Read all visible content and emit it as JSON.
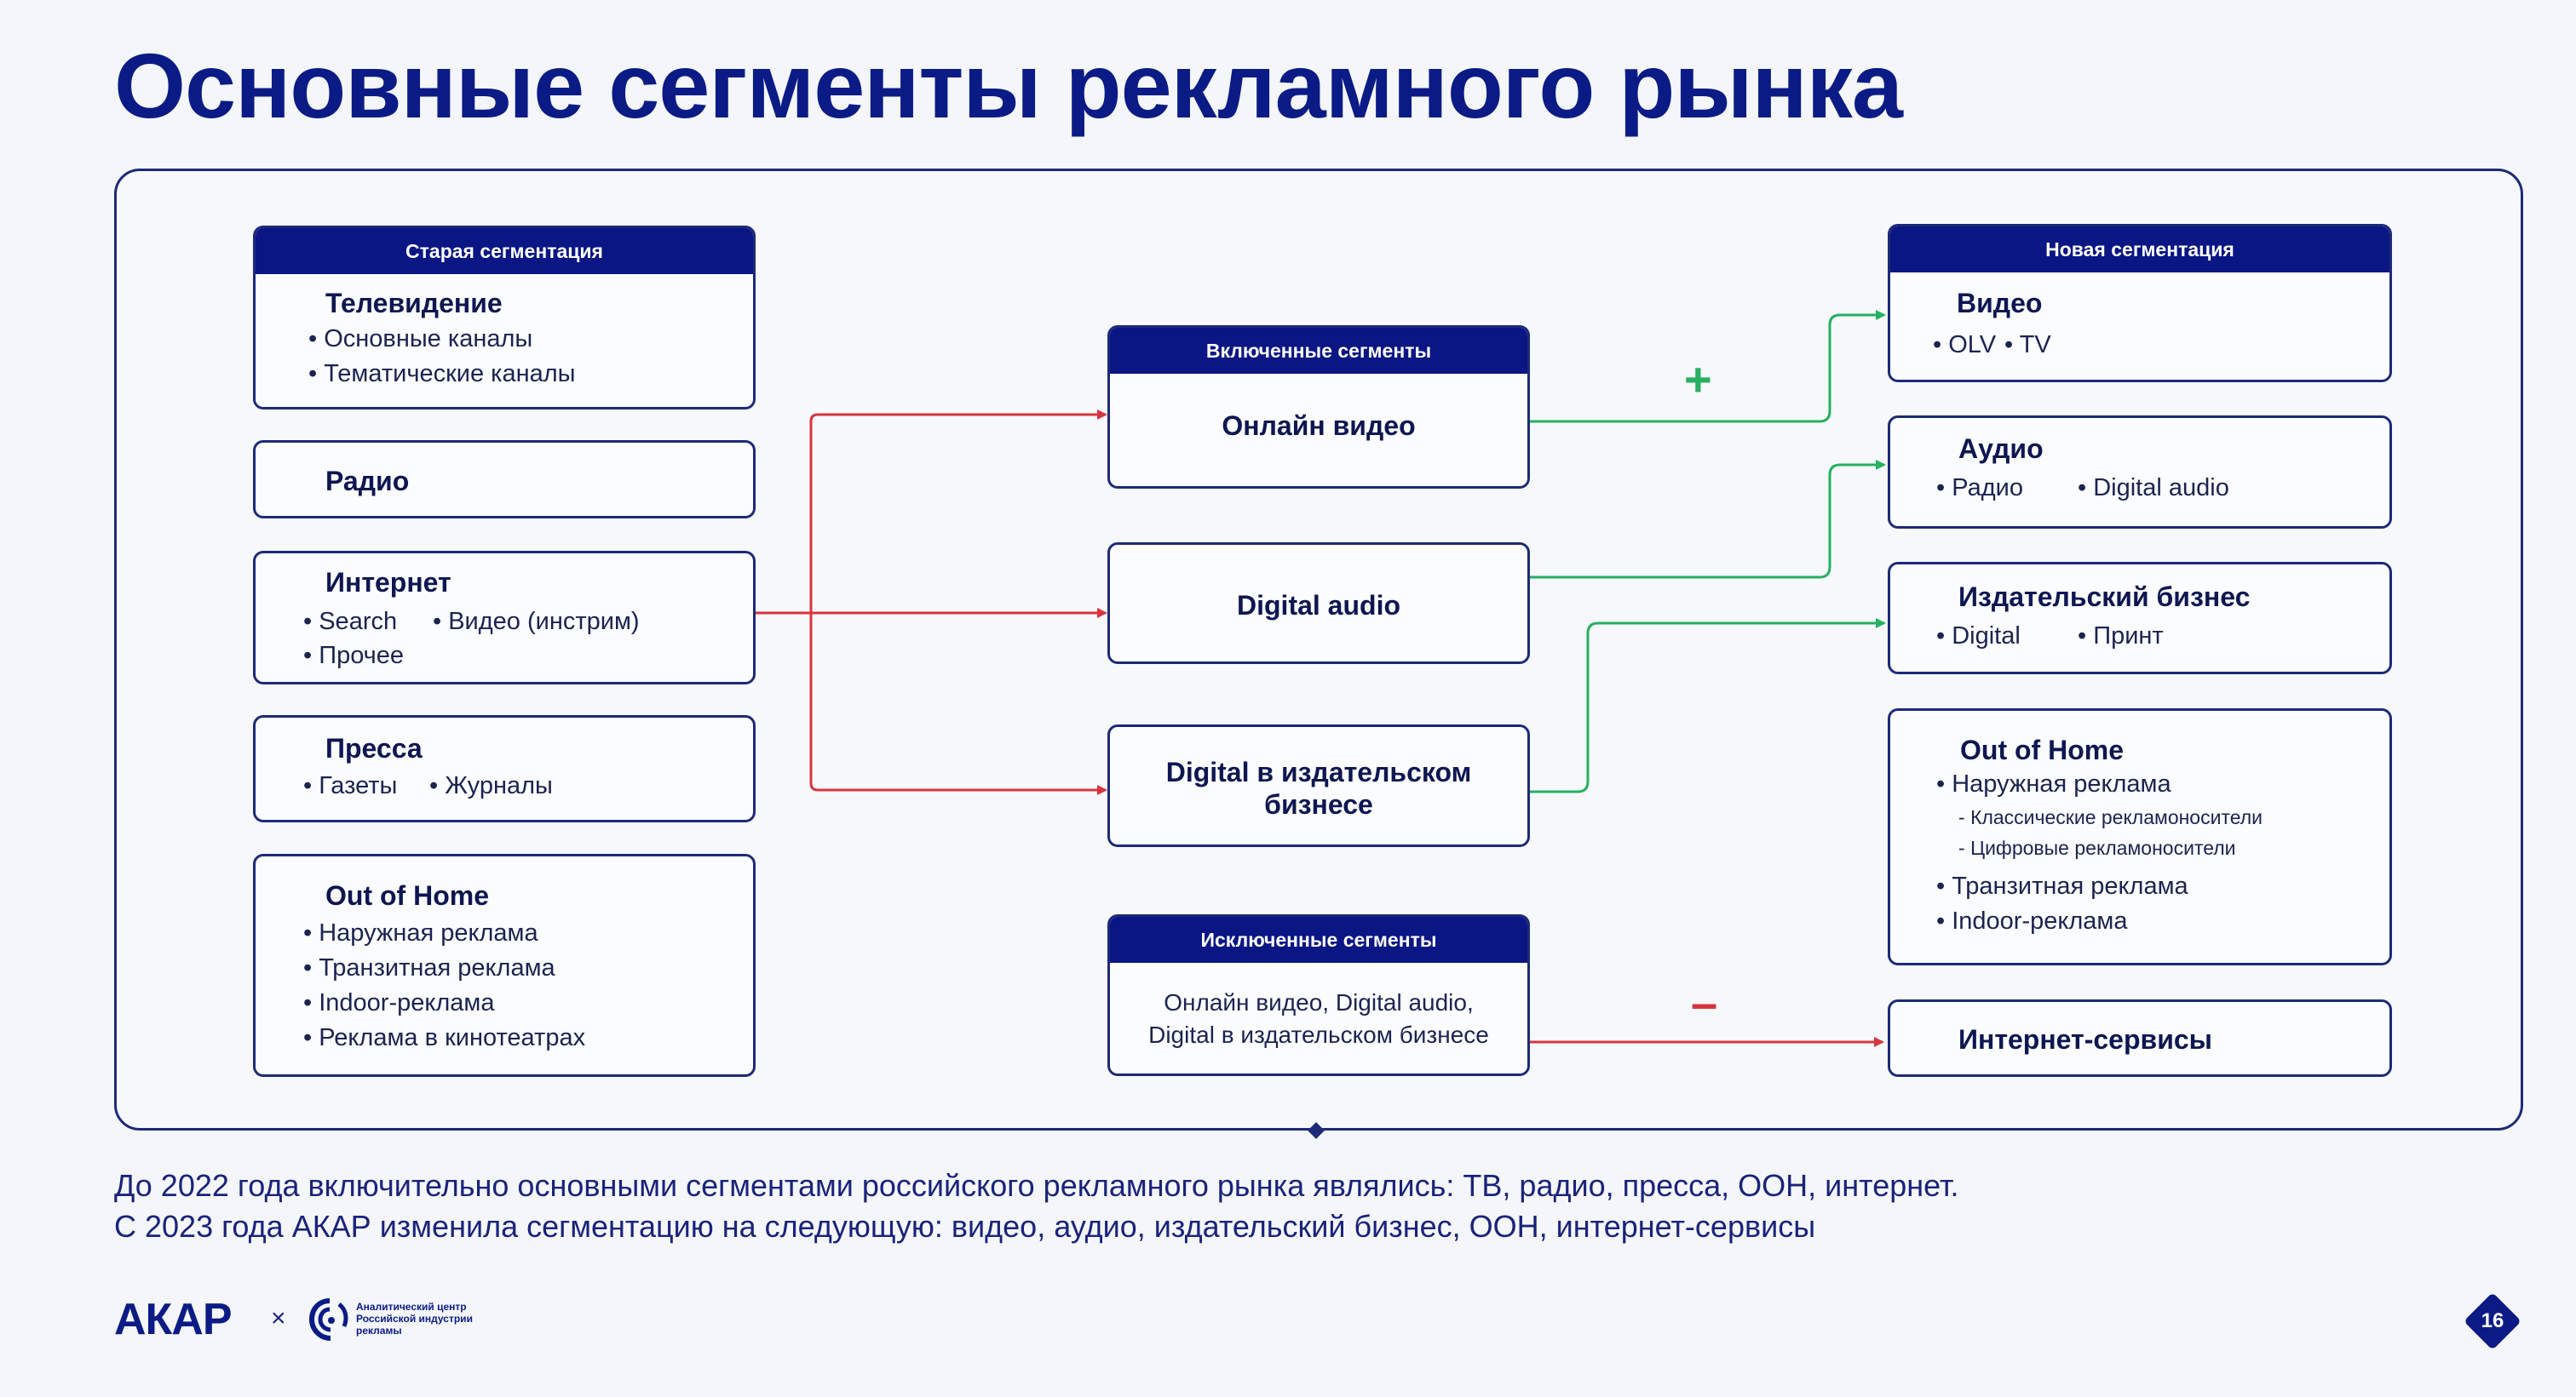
{
  "title": "Основные сегменты рекламного рынка",
  "old_segmentation": {
    "header": "Старая сегментация",
    "tv": {
      "title": "Телевидение",
      "items": [
        "Основные каналы",
        "Тематические каналы"
      ]
    },
    "radio": {
      "title": "Радио"
    },
    "internet": {
      "title": "Интернет",
      "items": [
        "Search",
        "Видео (инстрим)",
        "Прочее"
      ]
    },
    "press": {
      "title": "Пресса",
      "items": [
        "Газеты",
        "Журналы"
      ]
    },
    "ooh": {
      "title": "Out of Home",
      "items": [
        "Наружная реклама",
        "Транзитная реклама",
        "Indoor-реклама",
        "Реклама в кинотеатрах"
      ]
    }
  },
  "included": {
    "header": "Включенные сегменты",
    "online_video": "Онлайн видео",
    "digital_audio": "Digital audio",
    "digital_publishing": "Digital в издательском бизнесе"
  },
  "excluded": {
    "header": "Исключенные сегменты",
    "line1": "Онлайн видео, Digital audio,",
    "line2": "Digital в издательском бизнесе"
  },
  "new_segmentation": {
    "header": "Новая сегментация",
    "video": {
      "title": "Видео",
      "items": [
        "OLV",
        "TV"
      ]
    },
    "audio": {
      "title": "Аудио",
      "items": [
        "Радио",
        "Digital audio"
      ]
    },
    "publishing": {
      "title": "Издательский бизнес",
      "items": [
        "Digital",
        "Принт"
      ]
    },
    "ooh": {
      "title": "Out of Home",
      "items": [
        "Наружная реклама",
        "Транзитная реклама",
        "Indoor-реклама"
      ],
      "subitems": [
        "Классические рекламоносители",
        "Цифровые рекламоносители"
      ]
    },
    "internet_services": {
      "title": "Интернет-сервисы"
    }
  },
  "signs": {
    "plus": "+",
    "minus": "–"
  },
  "footer": {
    "line1": "До 2022 года включительно основными сегментами российского рекламного рынка являлись: ТВ, радио, пресса, ООН, интернет.",
    "line2": "С 2023 года АКАР изменила сегментацию на следующую: видео, аудио, издательский бизнес, ООН, интернет-сервисы"
  },
  "logos": {
    "akar": "АКАР",
    "separator": "×",
    "center_text": "Аналитический центр\nРоссийской индустрии\nрекламы"
  },
  "page_number": "16",
  "colors": {
    "accent": "#0b1b86",
    "header_fill": "#0a1684",
    "border": "#1d2a78",
    "arrow_red": "#d8343c",
    "arrow_green": "#26b060"
  }
}
